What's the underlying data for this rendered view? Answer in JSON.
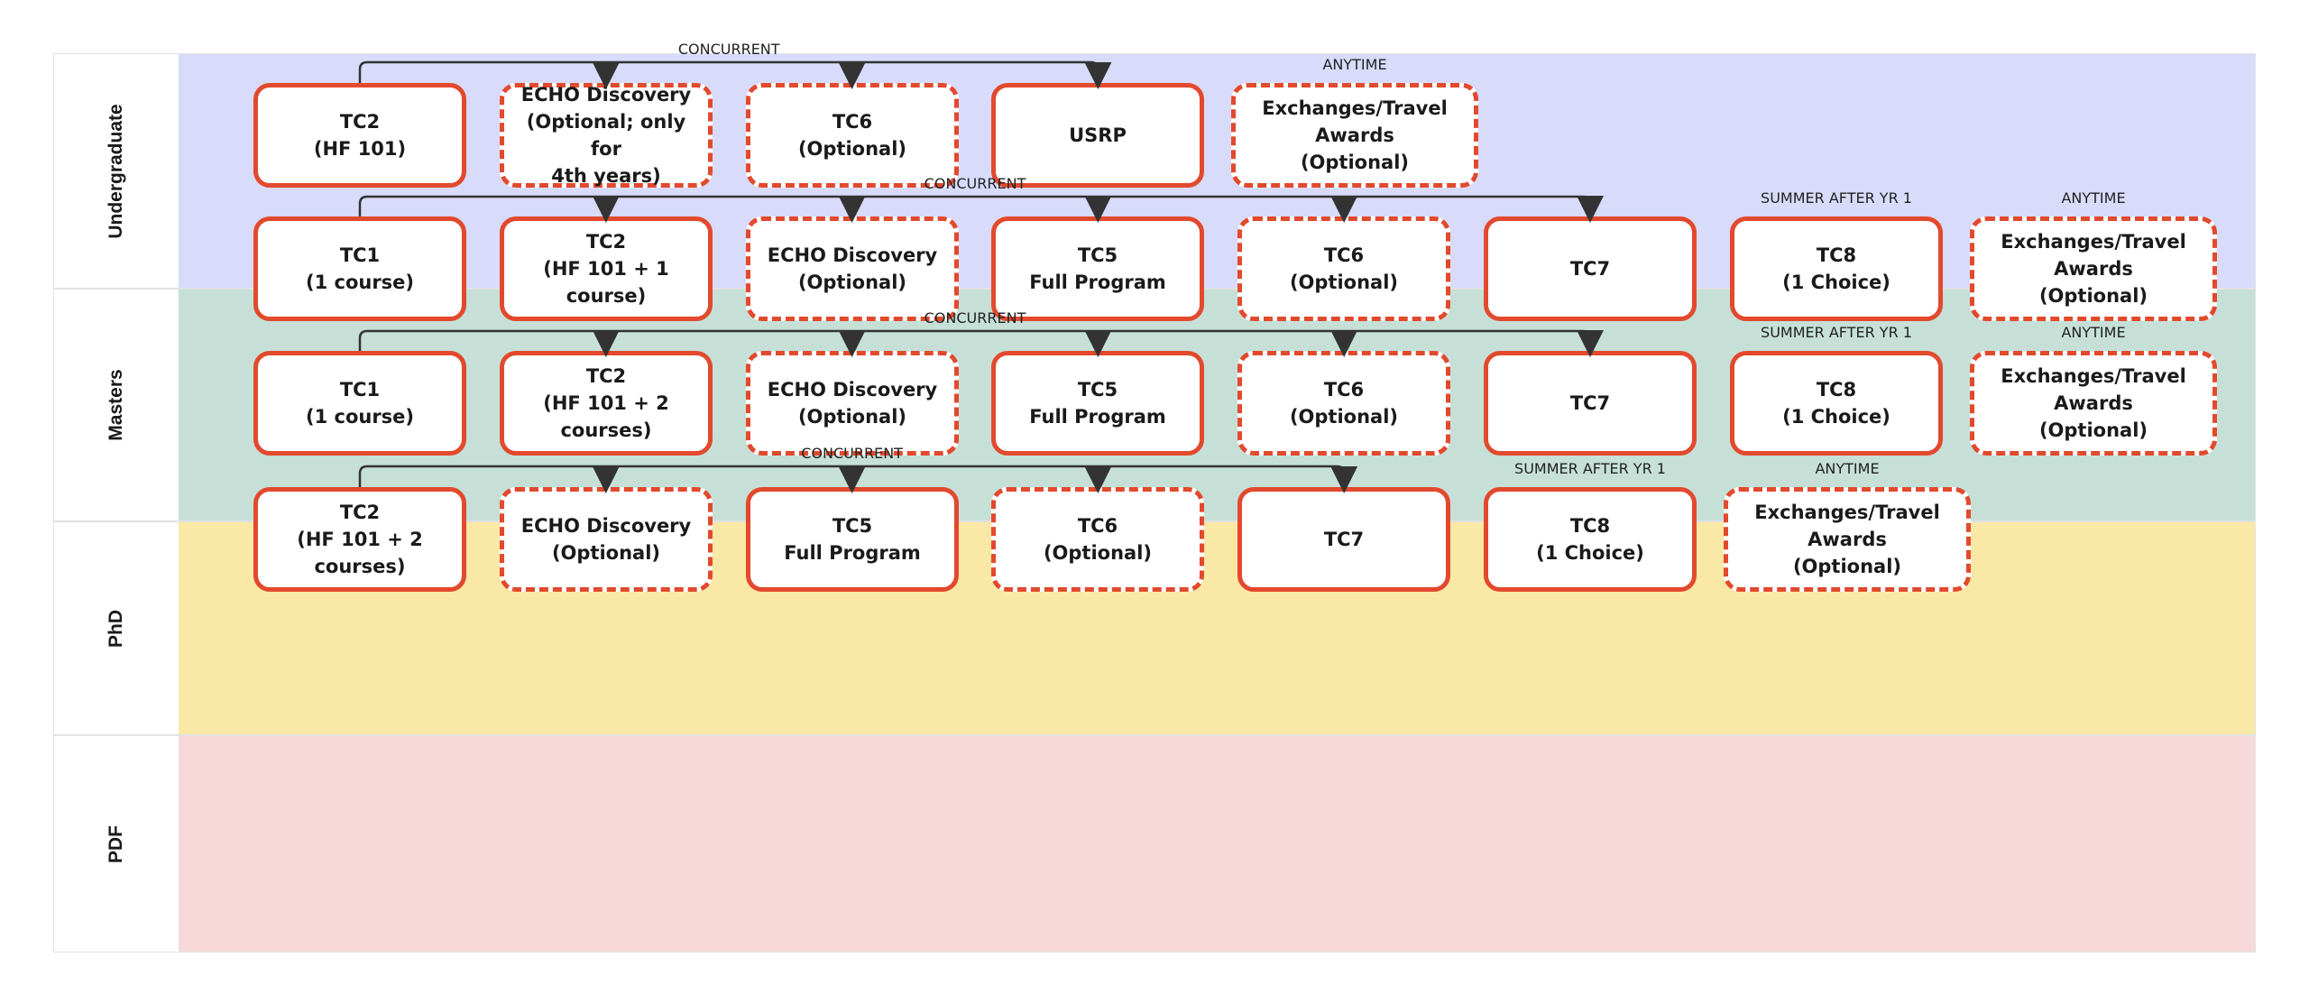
{
  "colors": {
    "node_border": "#e2492d",
    "connector": "#333333",
    "lane_undergraduate": "#d9dbfb",
    "lane_masters": "#c6e0d7",
    "lane_phd": "#fae8a6",
    "lane_pdf": "#f7d9d9"
  },
  "lanes": [
    {
      "label": "Undergraduate",
      "color": "#d9dbfb",
      "concurrent_label": "CONCURRENT",
      "concurrent_targets": [
        1,
        2,
        3
      ],
      "nodes": [
        {
          "text": "TC2\n(HF 101)",
          "optional": false
        },
        {
          "text": "ECHO Discovery\n(Optional; only for\n4th years)",
          "optional": true
        },
        {
          "text": "TC6\n(Optional)",
          "optional": true
        },
        {
          "text": "USRP",
          "optional": false
        },
        {
          "text": "Exchanges/Travel\nAwards\n(Optional)",
          "optional": true,
          "caption": "ANYTIME"
        }
      ]
    },
    {
      "label": "Masters",
      "color": "#c6e0d7",
      "concurrent_label": "CONCURRENT",
      "concurrent_targets": [
        1,
        2,
        3,
        4,
        5
      ],
      "nodes": [
        {
          "text": "TC1\n(1 course)",
          "optional": false
        },
        {
          "text": "TC2\n(HF 101 + 1 course)",
          "optional": false
        },
        {
          "text": "ECHO Discovery\n(Optional)",
          "optional": true
        },
        {
          "text": "TC5\nFull Program",
          "optional": false
        },
        {
          "text": "TC6\n(Optional)",
          "optional": true
        },
        {
          "text": "TC7",
          "optional": false
        },
        {
          "text": "TC8\n(1 Choice)",
          "optional": false,
          "caption": "SUMMER AFTER YR 1"
        },
        {
          "text": "Exchanges/Travel\nAwards\n(Optional)",
          "optional": true,
          "caption": "ANYTIME"
        }
      ]
    },
    {
      "label": "PhD",
      "color": "#fae8a6",
      "concurrent_label": "CONCURRENT",
      "concurrent_targets": [
        1,
        2,
        3,
        4,
        5
      ],
      "nodes": [
        {
          "text": "TC1\n(1 course)",
          "optional": false
        },
        {
          "text": "TC2\n(HF 101 + 2 courses)",
          "optional": false
        },
        {
          "text": "ECHO Discovery\n(Optional)",
          "optional": true
        },
        {
          "text": "TC5\nFull Program",
          "optional": false
        },
        {
          "text": "TC6\n(Optional)",
          "optional": true
        },
        {
          "text": "TC7",
          "optional": false
        },
        {
          "text": "TC8\n(1 Choice)",
          "optional": false,
          "caption": "SUMMER AFTER YR 1"
        },
        {
          "text": "Exchanges/Travel\nAwards\n(Optional)",
          "optional": true,
          "caption": "ANYTIME"
        }
      ]
    },
    {
      "label": "PDF",
      "color": "#f7d9d9",
      "concurrent_label": "CONCURRENT",
      "concurrent_targets": [
        1,
        2,
        3,
        4
      ],
      "nodes": [
        {
          "text": "TC2\n(HF 101 + 2 courses)",
          "optional": false
        },
        {
          "text": "ECHO Discovery\n(Optional)",
          "optional": true
        },
        {
          "text": "TC5\nFull Program",
          "optional": false
        },
        {
          "text": "TC6\n(Optional)",
          "optional": true
        },
        {
          "text": "TC7",
          "optional": false
        },
        {
          "text": "TC8\n(1 Choice)",
          "optional": false,
          "caption": "SUMMER AFTER YR 1"
        },
        {
          "text": "Exchanges/Travel\nAwards\n(Optional)",
          "optional": true,
          "caption": "ANYTIME"
        }
      ]
    }
  ]
}
